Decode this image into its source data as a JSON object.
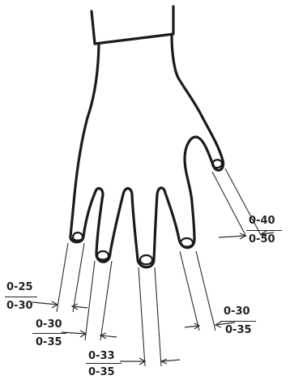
{
  "labels": {
    "little": {
      "top": "0-25",
      "bottom": "0-30"
    },
    "ring": {
      "top": "0-30",
      "bottom": "0-35"
    },
    "middle": {
      "top": "0-33",
      "bottom": "0-35"
    },
    "index": {
      "top": "0-30",
      "bottom": "0-35"
    },
    "thumb": {
      "top": "0-40",
      "bottom": "0-50"
    }
  }
}
